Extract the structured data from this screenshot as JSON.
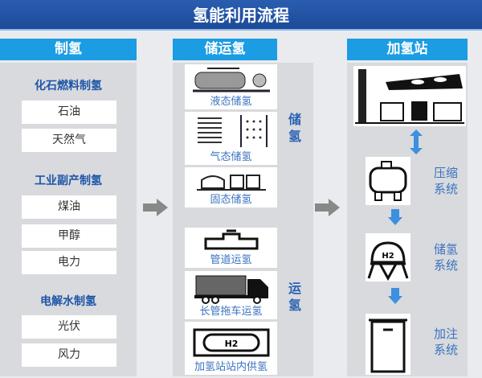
{
  "title": "氢能利用流程",
  "columns": {
    "production": {
      "header": "制氢",
      "groups": [
        {
          "name": "化石燃料制氢",
          "items": [
            "石油",
            "天然气"
          ]
        },
        {
          "name": "工业副产制氢",
          "items": [
            "煤油",
            "甲醇",
            "电力"
          ]
        },
        {
          "name": "电解水制氢",
          "items": [
            "光伏",
            "风力"
          ]
        }
      ]
    },
    "storage_transport": {
      "header": "储运氢",
      "storage_label": "储氢",
      "transport_label": "运氢",
      "storage_items": [
        "液态储氢",
        "气态储氢",
        "固态储氢"
      ],
      "transport_items": [
        "管道运氢",
        "长管拖车运氢",
        "加氢站站内供氢"
      ]
    },
    "station": {
      "header": "加氢站",
      "systems": [
        "压缩系统",
        "储氢系统",
        "加注系统"
      ]
    }
  },
  "colors": {
    "title_bg": "#1c4a98",
    "header_bg": "#1b9ce3",
    "arrow_blue": "#3d8fe0",
    "arrow_gray": "#888888"
  }
}
